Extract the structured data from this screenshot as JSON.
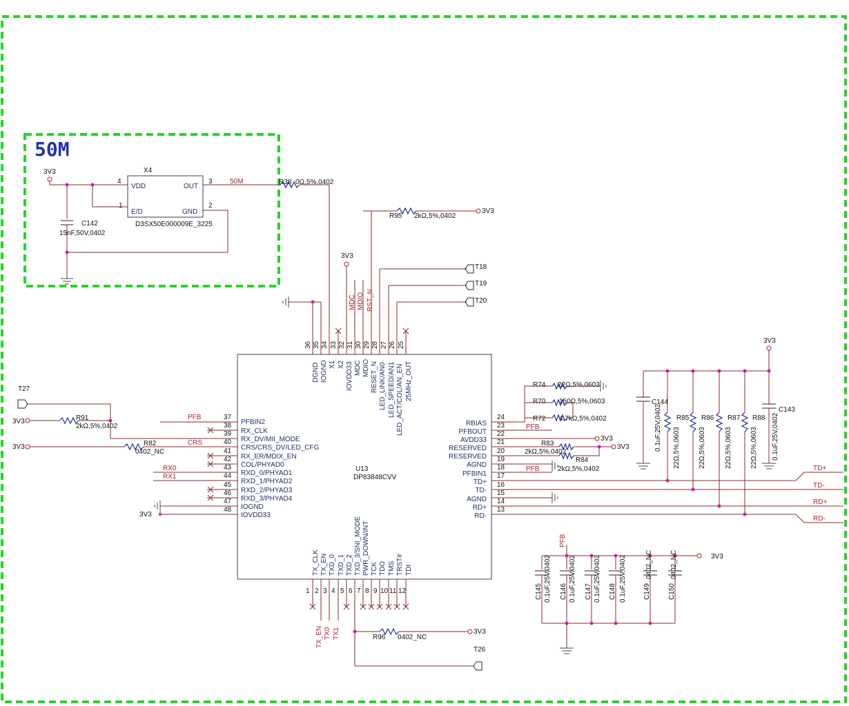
{
  "frame_title": "50M",
  "oscillator": {
    "ref": "X4",
    "part": "D3SX50E000009E_3225",
    "pins": [
      {
        "num": "4",
        "name": "VDD"
      },
      {
        "num": "1",
        "name": "E/D"
      },
      {
        "num": "3",
        "name": "OUT"
      },
      {
        "num": "2",
        "name": "GND"
      }
    ],
    "out_net": "50M",
    "power": "3V3",
    "cap": {
      "ref": "C142",
      "value": "15nF,50V,0402"
    },
    "series_res": {
      "ref": "R38",
      "value": "0Ω,5%,0402"
    }
  },
  "phy": {
    "ref": "U13",
    "part": "DP83848CVV",
    "left_pins": [
      {
        "num": "37",
        "name": "PFBIN2",
        "net": "PFB"
      },
      {
        "num": "38",
        "name": "RX_CLK",
        "net": ""
      },
      {
        "num": "39",
        "name": "RX_DV/MII_MODE",
        "net": ""
      },
      {
        "num": "40",
        "name": "CRS/CRS_DV/LED_CFG",
        "net": "CRS"
      },
      {
        "num": "41",
        "name": "RX_ER/MDIX_EN",
        "net": ""
      },
      {
        "num": "42",
        "name": "COL/PHYAD0",
        "net": ""
      },
      {
        "num": "43",
        "name": "RXD_0/PHYAD1",
        "net": "RX0"
      },
      {
        "num": "44",
        "name": "RXD_1/PHYAD2",
        "net": "RX1"
      },
      {
        "num": "45",
        "name": "RXD_2/PHYAD3",
        "net": ""
      },
      {
        "num": "46",
        "name": "RXD_3/PHYAD4",
        "net": ""
      },
      {
        "num": "47",
        "name": "IOGND",
        "net": ""
      },
      {
        "num": "48",
        "name": "IOVDD33",
        "net": "3V3"
      }
    ],
    "right_pins": [
      {
        "num": "24",
        "name": "RBIAS"
      },
      {
        "num": "23",
        "name": "PFBOUT"
      },
      {
        "num": "22",
        "name": "AVDD33"
      },
      {
        "num": "21",
        "name": "RESERVED"
      },
      {
        "num": "20",
        "name": "RESERVED"
      },
      {
        "num": "19",
        "name": "AGND"
      },
      {
        "num": "18",
        "name": "PFBIN1"
      },
      {
        "num": "17",
        "name": "TD+"
      },
      {
        "num": "16",
        "name": "TD-"
      },
      {
        "num": "15",
        "name": "AGND"
      },
      {
        "num": "14",
        "name": "RD+"
      },
      {
        "num": "13",
        "name": "RD-"
      }
    ],
    "top_pins": [
      {
        "num": "36",
        "name": "DGND"
      },
      {
        "num": "35",
        "name": "IOGND"
      },
      {
        "num": "34",
        "name": "X1"
      },
      {
        "num": "33",
        "name": "X2"
      },
      {
        "num": "32",
        "name": "IOVDD33"
      },
      {
        "num": "31",
        "name": "MDC"
      },
      {
        "num": "30",
        "name": "MDIO"
      },
      {
        "num": "29",
        "name": "RESET_N"
      },
      {
        "num": "28",
        "name": "LED_LINK/AN0"
      },
      {
        "num": "27",
        "name": "LED_SPEED/AN1"
      },
      {
        "num": "26",
        "name": "LED_ACT/COL/AN_EN"
      },
      {
        "num": "25",
        "name": "25MHz_OUT"
      }
    ],
    "bottom_pins": [
      {
        "num": "1",
        "name": "TX_CLK"
      },
      {
        "num": "2",
        "name": "TX_EN"
      },
      {
        "num": "3",
        "name": "TXD_0"
      },
      {
        "num": "4",
        "name": "TXD_1"
      },
      {
        "num": "5",
        "name": "TXD_2"
      },
      {
        "num": "6",
        "name": "TXD_3/SNI_MODE"
      },
      {
        "num": "7",
        "name": "PWR_DOWN/INT"
      },
      {
        "num": "8",
        "name": "TCK"
      },
      {
        "num": "9",
        "name": "TDO"
      },
      {
        "num": "10",
        "name": "TMS"
      },
      {
        "num": "11",
        "name": "TRST#"
      },
      {
        "num": "12",
        "name": "TDI"
      }
    ],
    "top_nets": [
      "MDC",
      "MDIO",
      "RST_N"
    ],
    "bottom_nets": [
      "TX_EN",
      "TX0",
      "TX1"
    ]
  },
  "net_labels": {
    "pfb": "PFB",
    "crs": "CRS",
    "rx0": "RX0",
    "rx1": "RX1",
    "v33": "3V3",
    "td_p": "TD+",
    "td_n": "TD-",
    "rd_p": "RD+",
    "rd_n": "RD-"
  },
  "test_points": [
    "T27",
    "T18",
    "T19",
    "T20",
    "T26"
  ],
  "resistors": [
    {
      "ref": "R95",
      "value": "2kΩ,5%,0402"
    },
    {
      "ref": "R91",
      "value": "2kΩ,5%,0402"
    },
    {
      "ref": "R82",
      "value": "0402_NC"
    },
    {
      "ref": "R96",
      "value": "0402_NC"
    },
    {
      "ref": "R74",
      "value": "22Ω,5%,0603"
    },
    {
      "ref": "R70",
      "value": "150Ω,5%,0603"
    },
    {
      "ref": "R72",
      "value": "4.7kΩ,5%,0402"
    },
    {
      "ref": "R83",
      "value": "2kΩ,5%,0402"
    },
    {
      "ref": "R84",
      "value": "2kΩ,5%,0402"
    },
    {
      "ref": "R85",
      "value": "22Ω,5%,0603"
    },
    {
      "ref": "R86",
      "value": "22Ω,5%,0603"
    },
    {
      "ref": "R87",
      "value": "22Ω,5%,0603"
    },
    {
      "ref": "R88",
      "value": "22Ω,5%,0603"
    }
  ],
  "capacitors": [
    {
      "ref": "C144",
      "value": "0.1uF,25V,0402"
    },
    {
      "ref": "C143",
      "value": "0.1uF,25V,0402"
    },
    {
      "ref": "C145",
      "value": "0.1uF,25V,0402"
    },
    {
      "ref": "C146",
      "value": "0.1uF,25V,0402"
    },
    {
      "ref": "C147",
      "value": "0.1uF,25V,0402"
    },
    {
      "ref": "C148",
      "value": "0.1uF,25V,0402"
    },
    {
      "ref": "C149",
      "value": "0402_NC"
    },
    {
      "ref": "C150",
      "value": "0402_NC"
    }
  ],
  "colors": {
    "border": "#28d228",
    "wire": "#8a2a2a",
    "text": "#1e2a5e",
    "net": "#b32020",
    "junction": "#d21aa8"
  }
}
